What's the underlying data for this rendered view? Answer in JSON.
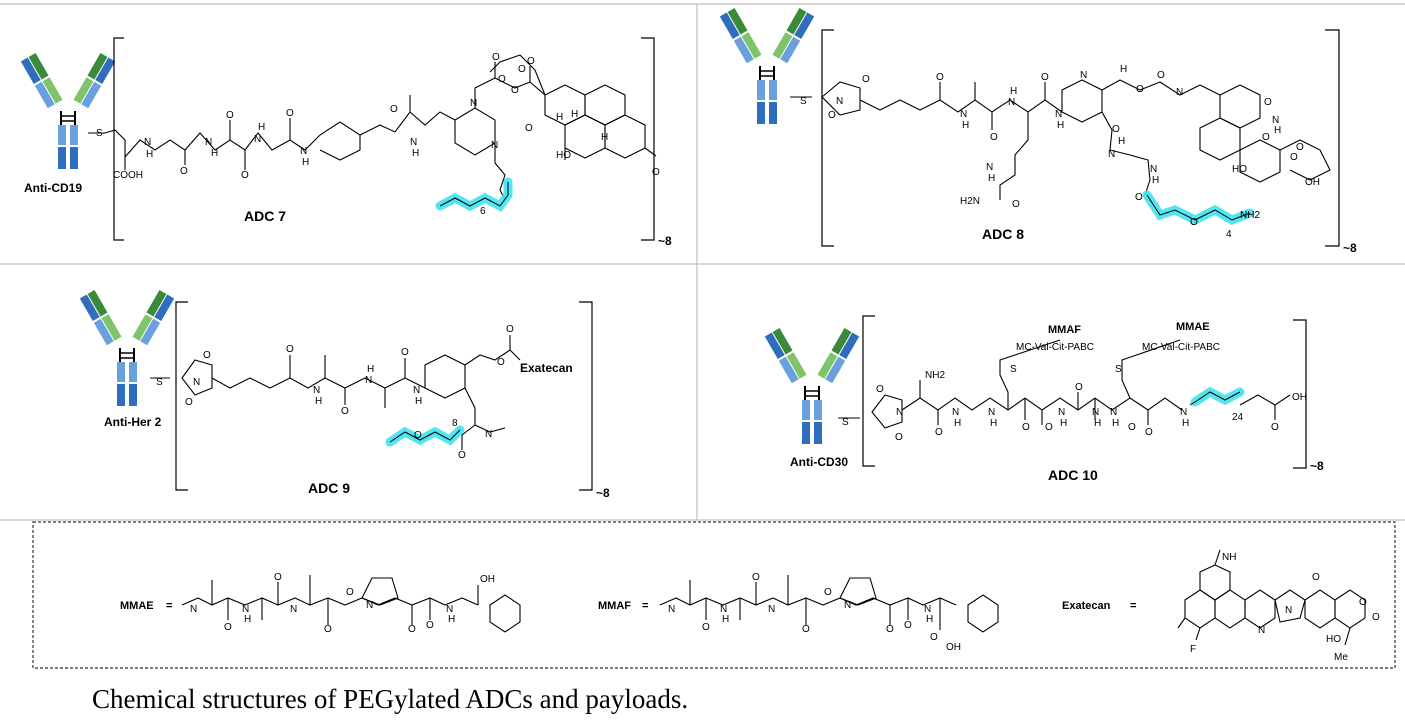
{
  "colors": {
    "antibody_light": "#6aa0de",
    "antibody_dark": "#2f6dbd",
    "fab_green_light": "#7ec46a",
    "fab_green_dark": "#3a8a3a",
    "peg_highlight": "#3fe3ee",
    "panel_border": "#b0b0b0"
  },
  "icons": [
    "antibody-icon"
  ],
  "panels": [
    {
      "adc_label": "ADC 7",
      "antibody_label": "Anti-CD19",
      "dar": "~8",
      "atoms": [
        "S",
        "N",
        "H",
        "COOH",
        "O",
        "O",
        "H",
        "N",
        "H",
        "N",
        "O",
        "N",
        "H",
        "O",
        "N",
        "H",
        "O",
        "N",
        "N",
        "O",
        "O",
        "O",
        "O",
        "O",
        "O",
        "H",
        "HO",
        "H",
        "H",
        "O"
      ],
      "peg_repeat": "6"
    },
    {
      "adc_label": "ADC 8",
      "antibody_label": "",
      "dar": "~8",
      "atoms": [
        "S",
        "O",
        "N",
        "O",
        "O",
        "N",
        "H",
        "O",
        "N",
        "H",
        "O",
        "N",
        "H",
        "O",
        "O",
        "N",
        "O",
        "H",
        "N",
        "N",
        "H",
        "O",
        "H2N",
        "N",
        "H",
        "N",
        "H",
        "O",
        "O",
        "NH2",
        "HO",
        "O",
        "O",
        "N",
        "H",
        "O",
        "O",
        "OH"
      ],
      "peg_repeat": "4"
    },
    {
      "adc_label": "ADC 9",
      "antibody_label": "Anti-Her 2",
      "dar": "~8",
      "atoms": [
        "S",
        "O",
        "N",
        "O",
        "O",
        "N",
        "H",
        "O",
        "N",
        "H",
        "O",
        "N",
        "H",
        "O",
        "O",
        "Exatecan",
        "N",
        "O",
        "O",
        "8"
      ],
      "peg_repeat": "8"
    },
    {
      "adc_label": "ADC 10",
      "antibody_label": "Anti-CD30",
      "dar": "~8",
      "payload_tags": [
        "MMAF",
        "MMAE"
      ],
      "linker_tags": [
        "MC-Val-Cit-PABC",
        "MC-Val-Cit-PABC"
      ],
      "atoms": [
        "S",
        "O",
        "N",
        "O",
        "NH2",
        "N",
        "H",
        "O",
        "S",
        "N",
        "H",
        "O",
        "N",
        "H",
        "O",
        "S",
        "N",
        "H",
        "O",
        "N",
        "H",
        "O",
        "N",
        "H",
        "O",
        "O",
        "OH"
      ],
      "peg_repeat": "24"
    }
  ],
  "payloads": [
    {
      "name": "MMAE",
      "eq": "=",
      "atoms": [
        "N",
        "O",
        "N",
        "H",
        "O",
        "N",
        "O",
        "O",
        "N",
        "O",
        "O",
        "N",
        "H",
        "OH"
      ]
    },
    {
      "name": "MMAF",
      "eq": "=",
      "atoms": [
        "N",
        "O",
        "N",
        "H",
        "O",
        "N",
        "O",
        "O",
        "N",
        "O",
        "O",
        "N",
        "H",
        "O",
        "OH"
      ]
    },
    {
      "name": "Exatecan",
      "eq": "=",
      "atoms": [
        "NH",
        "N",
        "O",
        "N",
        "O",
        "F",
        "HO",
        "O",
        "Me"
      ]
    }
  ],
  "caption": "Chemical structures of PEGylated ADCs and payloads."
}
